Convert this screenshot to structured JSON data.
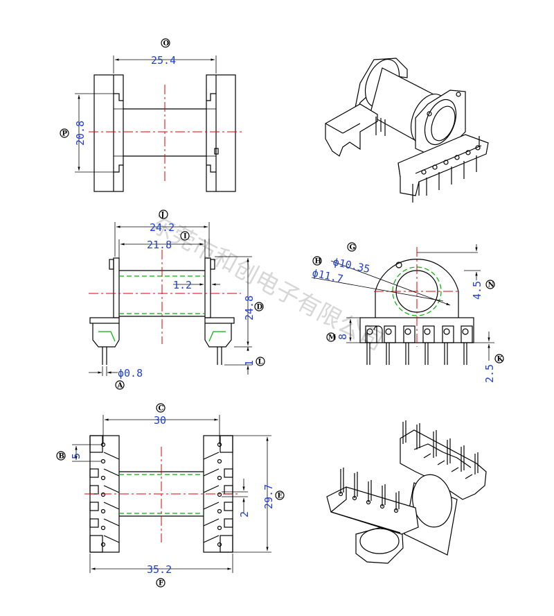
{
  "watermark": "东莞市和创电子有限公司",
  "markers": {
    "O": "O",
    "P": "P",
    "J": "J",
    "I": "I",
    "D": "D",
    "L": "L",
    "A": "A",
    "G": "G",
    "H": "H",
    "N": "N",
    "M": "M",
    "K": "K",
    "C": "C",
    "B": "B",
    "E": "E",
    "F": "F"
  },
  "dimensions": {
    "O": "25.4",
    "P": "20.8",
    "J": "24.2",
    "I": "21.8",
    "D": "24.8",
    "inner_gap": "1.2",
    "L": "1",
    "A": "ϕ0.8",
    "G": "ϕ10.35",
    "H": "ϕ11.7",
    "N": "4.5",
    "M": "8",
    "K": "2.5",
    "C": "30",
    "B": "5",
    "pin_pitch": "2",
    "E": "29.7",
    "F": "35.2"
  },
  "colors": {
    "dimension_text": "#1f3fd6",
    "centerline": "#e00000",
    "hidden_line": "#00b000",
    "outline": "#000000"
  }
}
